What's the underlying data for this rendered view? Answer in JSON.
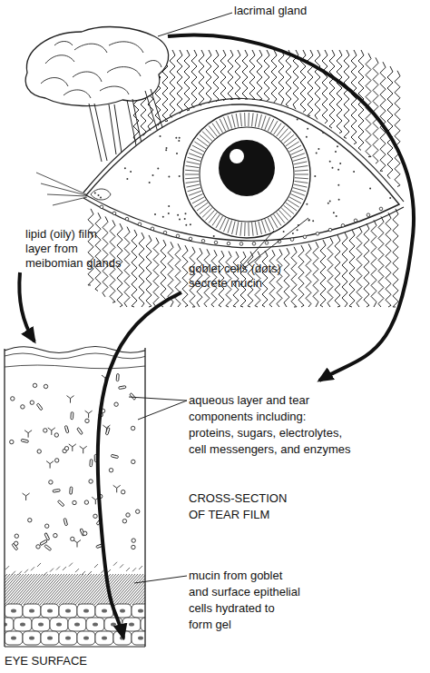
{
  "diagram": {
    "labels": [
      "lacrimal gland",
      "lipid (oily) film layer from meibomian glands",
      "goblet cells (dots) secrete mucin",
      "aqueous layer and tear components including: proteins, sugars, electrolytes, cell messengers, and enzymes",
      "CROSS-SECTION OF TEAR FILM",
      "mucin from goblet and surface epithelial cells hydrated to form gel",
      "EYE SURFACE"
    ]
  }
}
